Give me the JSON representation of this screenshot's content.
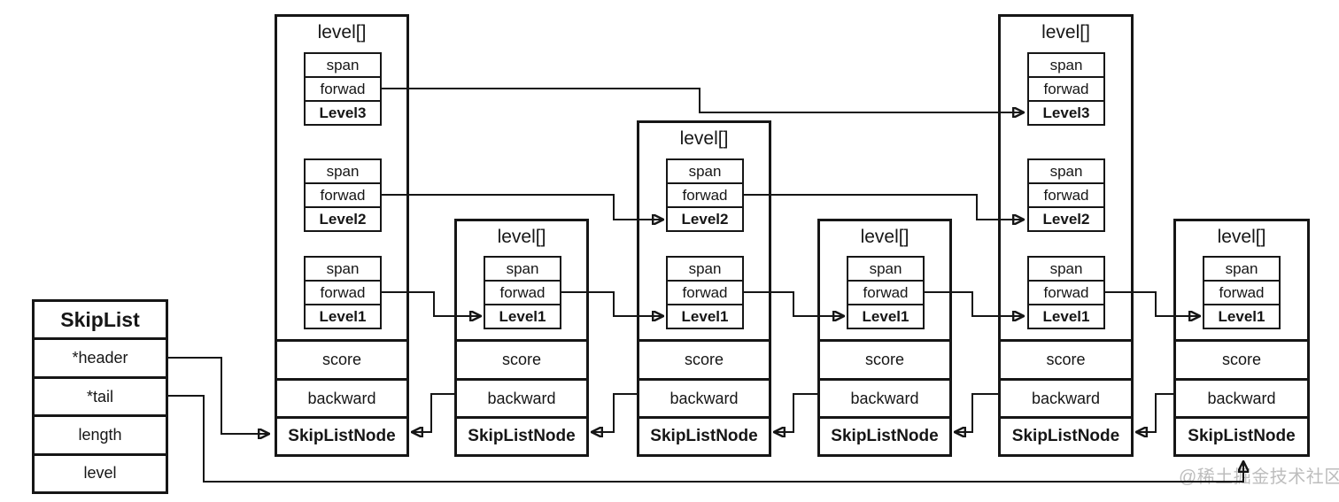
{
  "watermark": "@稀土掘金技术社区",
  "colors": {
    "line": "#161616",
    "watermark": "#bdbdbd",
    "background": "#ffffff"
  },
  "skiplist": {
    "title": "SkipList",
    "fields": [
      "*header",
      "*tail",
      "length",
      "level"
    ]
  },
  "labels": {
    "level_array": "level[]",
    "span": "span",
    "forward": "forwad",
    "score": "score",
    "backward": "backward",
    "node_type": "SkipListNode"
  },
  "nodes": [
    {
      "levels": [
        "Level3",
        "Level2",
        "Level1"
      ]
    },
    {
      "levels": [
        "Level1"
      ]
    },
    {
      "levels": [
        "Level2",
        "Level1"
      ]
    },
    {
      "levels": [
        "Level1"
      ]
    },
    {
      "levels": [
        "Level3",
        "Level2",
        "Level1"
      ]
    },
    {
      "levels": [
        "Level1"
      ]
    }
  ]
}
